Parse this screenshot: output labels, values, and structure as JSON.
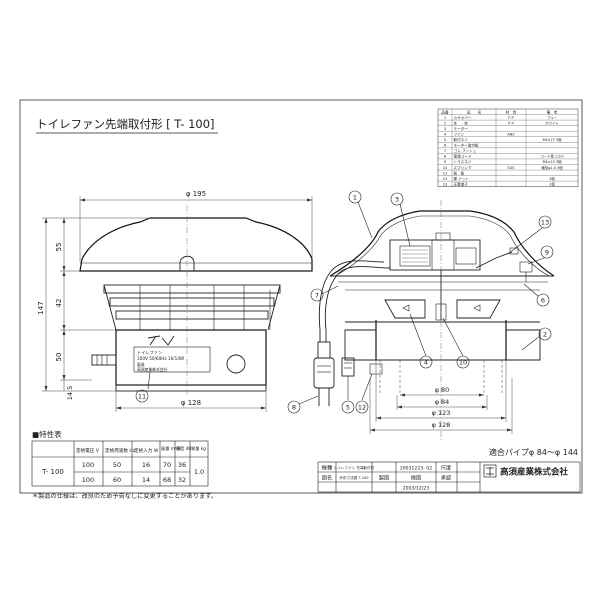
{
  "drawing": {
    "title": "トイレファン先端取付形 [ T- 100]",
    "applicable_pipe": "適合パイプφ 84〜φ 144",
    "footnote": "＊製品の仕様は、改良のため予告なしに変更することがあります。"
  },
  "parts_header": {
    "no": "品番",
    "name": "品　　名",
    "material": "材　質",
    "remarks": "備　考"
  },
  "parts": [
    {
      "no": "1",
      "name": "カサカバー",
      "material": "P P",
      "remarks": "ブルー"
    },
    {
      "no": "2",
      "name": "本　　体",
      "material": "P P",
      "remarks": "ホワイト"
    },
    {
      "no": "3",
      "name": "モーター",
      "material": "",
      "remarks": ""
    },
    {
      "no": "4",
      "name": "ファン",
      "material": "ABS",
      "remarks": ""
    },
    {
      "no": "5",
      "name": "取付ネジ",
      "material": "",
      "remarks": "M4×27 3個"
    },
    {
      "no": "6",
      "name": "モーター取付板",
      "material": "",
      "remarks": ""
    },
    {
      "no": "7",
      "name": "ゴム ブッシュ",
      "material": "",
      "remarks": ""
    },
    {
      "no": "8",
      "name": "電源コード",
      "material": "",
      "remarks": "コード長 1.5m"
    },
    {
      "no": "9",
      "name": "トラスネジ",
      "material": "",
      "remarks": "M4×10 3個"
    },
    {
      "no": "10",
      "name": "スプリング",
      "material": "SUS",
      "remarks": "線径φ1.X 3個"
    },
    {
      "no": "11",
      "name": "銘　板",
      "material": "",
      "remarks": ""
    },
    {
      "no": "12",
      "name": "蝶 ナット",
      "material": "",
      "remarks": "3個"
    },
    {
      "no": "13",
      "name": "圧着端子",
      "material": "",
      "remarks": "2個"
    }
  ],
  "dimensions": {
    "front_width": "φ 195",
    "front_base": "φ 128",
    "height_total": "147",
    "h_cap": "55",
    "h_vent": "42",
    "h_body": "50",
    "h_bottom": "14.5",
    "sec_d1": "φ 80",
    "sec_d2": "φ 84",
    "sec_d3": "φ 123",
    "sec_d4": "φ 128"
  },
  "callouts": {
    "c1": "1",
    "c2": "2",
    "c3": "3",
    "c4": "4",
    "c5": "5",
    "c6": "6",
    "c7": "7",
    "c8": "8",
    "c9": "9",
    "c10": "10",
    "c11": "11",
    "c12": "12",
    "c13": "13"
  },
  "nameplate": {
    "lines": [
      "トイレファン",
      "100V 50/60Hz 16/14W",
      "製造",
      "高須産業株式会社"
    ]
  },
  "spec": {
    "heading": "■特性表",
    "headers": [
      "",
      "定格電圧 V",
      "定格周波数 Hz",
      "定格入力 W",
      "風量 m³/H",
      "騒音 dB",
      "質量 kg"
    ],
    "rows": [
      {
        "model": "T- 100",
        "voltage": "100",
        "freq": "50",
        "input": "16",
        "airflow": "70",
        "noise": "36",
        "mass": "1.0"
      },
      {
        "model": "",
        "voltage": "100",
        "freq": "60",
        "input": "14",
        "airflow": "68",
        "noise": "32",
        "mass": ""
      }
    ]
  },
  "titleblock": {
    "model_label": "機種",
    "model_value": "トイレファン 先端取付形",
    "drawing_no": "20031223- 02",
    "scale_label": "尺度",
    "figure_label": "図名",
    "figure_value": "外形寸法図 T-100",
    "drawn_label": "製図",
    "check_label": "検図",
    "approve_label": "承認",
    "date": "2003/12/23",
    "company": "高須産業株式会社"
  }
}
